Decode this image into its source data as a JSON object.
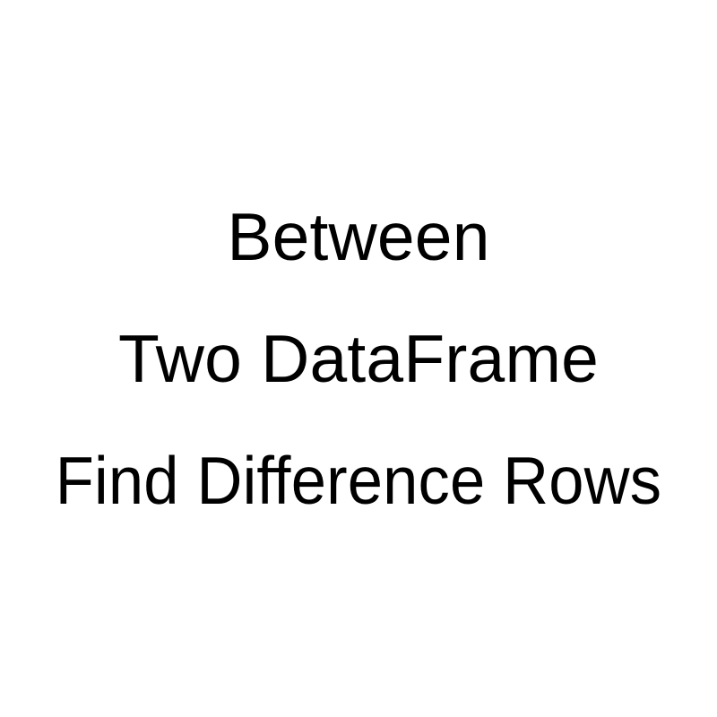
{
  "slide": {
    "background_color": "#ffffff",
    "text_color": "#000000",
    "lines": [
      {
        "text": "Between"
      },
      {
        "text": "Two DataFrame"
      },
      {
        "text": "Find Difference Rows"
      }
    ],
    "full_title": "Between Two DataFrame Find Difference Rows"
  }
}
